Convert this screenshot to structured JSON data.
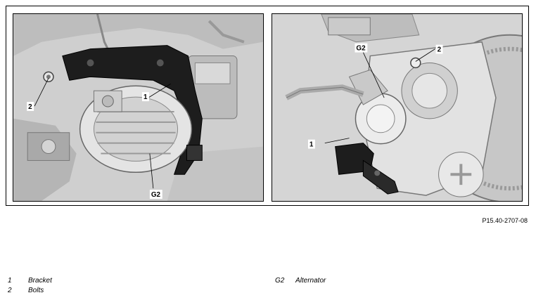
{
  "figure": {
    "left_panel": {
      "callouts": {
        "bracket": "1",
        "bolts": "2",
        "alternator": "G2"
      }
    },
    "right_panel": {
      "callouts": {
        "bracket": "1",
        "bolts": "2",
        "alternator": "G2"
      }
    },
    "reference_code": "P15.40-2707-08"
  },
  "legend": [
    {
      "key": "1",
      "label": "Bracket"
    },
    {
      "key": "2",
      "label": "Bolts"
    },
    {
      "key": "G2",
      "label": "Alternator"
    }
  ]
}
